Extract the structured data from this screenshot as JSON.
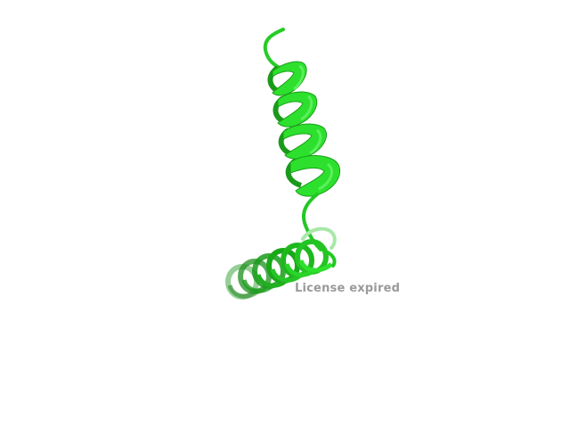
{
  "viewer": {
    "background_color": "#ffffff",
    "watermark_text": "License expired"
  },
  "protein": {
    "representation": "cartoon",
    "secondary_structure": [
      "helix",
      "loop",
      "helix"
    ],
    "colors": {
      "helix_front": "#2ee02e",
      "helix_mid": "#24c424",
      "helix_back": "#1a9a1a",
      "helix_dark": "#147a14",
      "loop": "#22c822",
      "faded": "#a8e8a8"
    }
  }
}
